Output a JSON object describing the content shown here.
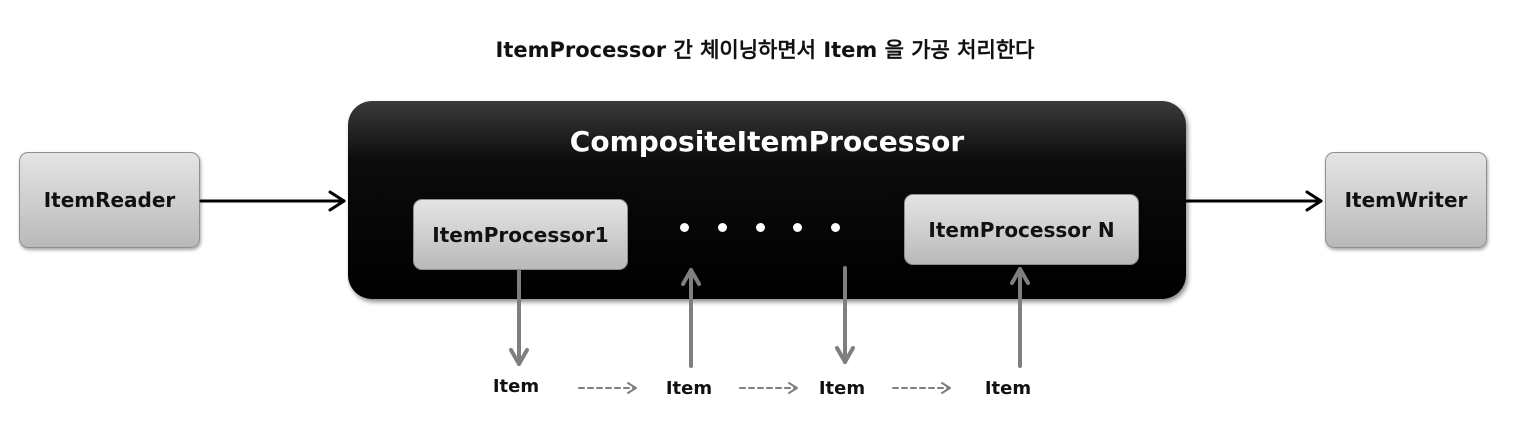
{
  "title": "ItemProcessor 간 체이닝하면서 Item 을 가공 처리한다",
  "reader": {
    "label": "ItemReader"
  },
  "writer": {
    "label": "ItemWriter"
  },
  "composite": {
    "label": "CompositeItemProcessor",
    "processors": [
      {
        "label": "ItemProcessor1"
      },
      {
        "label": "ItemProcessor N"
      }
    ],
    "ellipsis_dot_count": 5
  },
  "items": [
    {
      "label": "Item"
    },
    {
      "label": "Item"
    },
    {
      "label": "Item"
    },
    {
      "label": "Item"
    }
  ],
  "colors": {
    "outer_box": "#000000",
    "gray_box": "#cdcdcd",
    "gray_arrow": "#7f7f7f",
    "black_arrow": "#000000"
  }
}
